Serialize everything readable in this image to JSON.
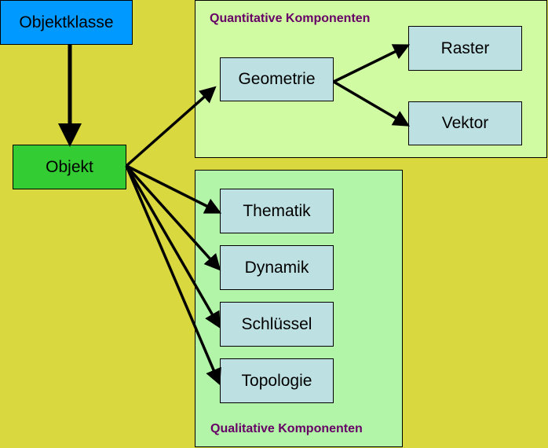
{
  "colors": {
    "background": "#d9d93f",
    "objektklasse": "#0099ff",
    "objekt": "#33cc33",
    "quantitative_group": "#d1fba3",
    "qualitative_group": "#b3f5a8",
    "component": "#bde0e2",
    "group_label": "#660066"
  },
  "nodes": {
    "objektklasse": "Objektklasse",
    "objekt": "Objekt",
    "geometrie": "Geometrie",
    "raster": "Raster",
    "vektor": "Vektor",
    "thematik": "Thematik",
    "dynamik": "Dynamik",
    "schluessel": "Schlüssel",
    "topologie": "Topologie"
  },
  "groups": {
    "quantitative": "Quantitative Komponenten",
    "qualitative": "Qualitative Komponenten"
  },
  "edges": [
    {
      "from": "objektklasse",
      "to": "objekt"
    },
    {
      "from": "objekt",
      "to": "geometrie"
    },
    {
      "from": "objekt",
      "to": "thematik"
    },
    {
      "from": "objekt",
      "to": "dynamik"
    },
    {
      "from": "objekt",
      "to": "schluessel"
    },
    {
      "from": "objekt",
      "to": "topologie"
    },
    {
      "from": "geometrie",
      "to": "raster"
    },
    {
      "from": "geometrie",
      "to": "vektor"
    }
  ]
}
